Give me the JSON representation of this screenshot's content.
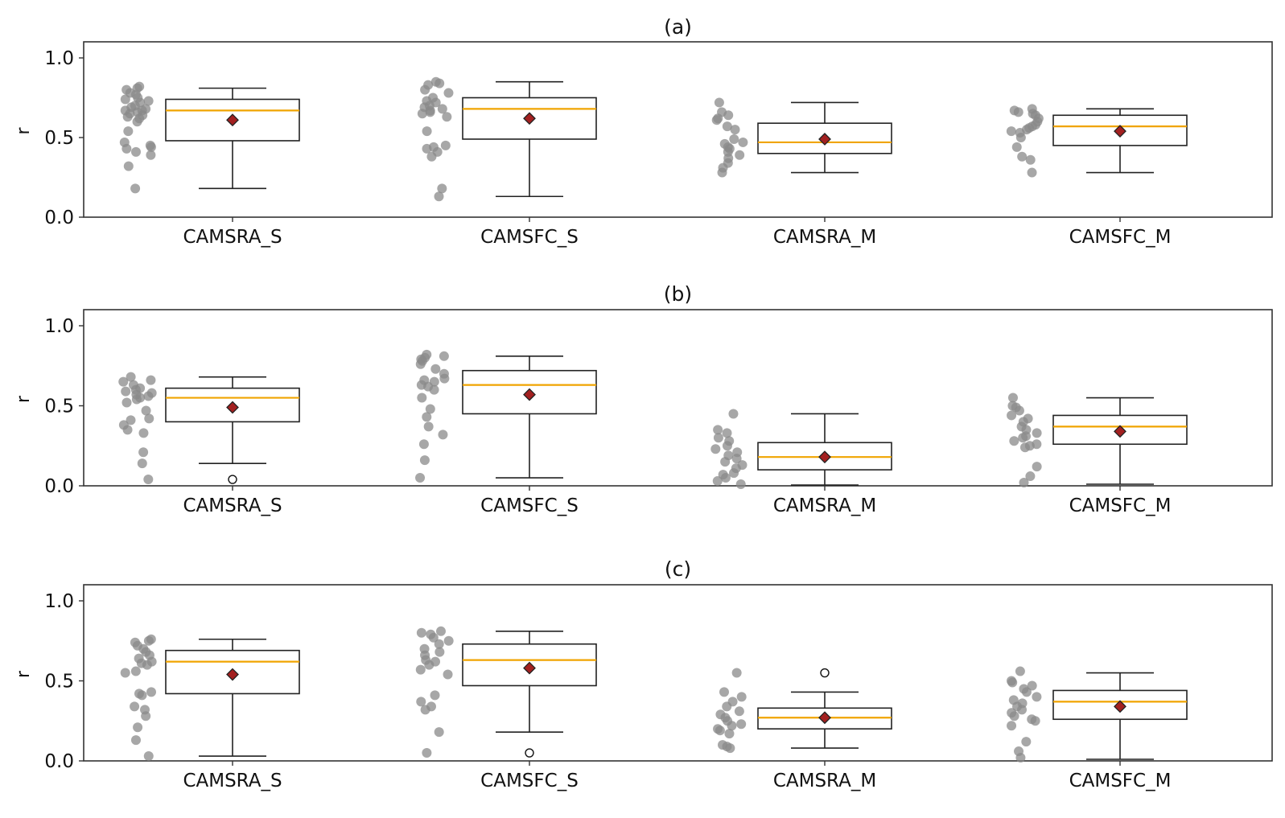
{
  "chart_data": [
    {
      "type": "box",
      "title": "(a)",
      "xlabel": "",
      "ylabel": "r",
      "ylim": [
        0,
        1.1
      ],
      "yticks": [
        0.0,
        0.5,
        1.0
      ],
      "ytick_labels": [
        "0.0",
        "0.5",
        "1.0"
      ],
      "grid": false,
      "categories": [
        "CAMSRA_S",
        "CAMSFC_S",
        "CAMSRA_M",
        "CAMSFC_M"
      ],
      "boxes": [
        {
          "whisker_low": 0.18,
          "q1": 0.48,
          "median": 0.67,
          "q3": 0.74,
          "whisker_high": 0.81,
          "mean": 0.61,
          "outliers": [],
          "points": [
            0.81,
            0.82,
            0.8,
            0.78,
            0.77,
            0.75,
            0.74,
            0.73,
            0.72,
            0.7,
            0.69,
            0.68,
            0.67,
            0.67,
            0.66,
            0.65,
            0.64,
            0.63,
            0.62,
            0.6,
            0.54,
            0.47,
            0.45,
            0.44,
            0.43,
            0.41,
            0.39,
            0.32,
            0.18
          ]
        },
        {
          "whisker_low": 0.13,
          "q1": 0.49,
          "median": 0.68,
          "q3": 0.75,
          "whisker_high": 0.85,
          "mean": 0.62,
          "outliers": [],
          "points": [
            0.85,
            0.84,
            0.83,
            0.8,
            0.78,
            0.75,
            0.73,
            0.72,
            0.7,
            0.69,
            0.68,
            0.67,
            0.66,
            0.65,
            0.63,
            0.54,
            0.45,
            0.44,
            0.43,
            0.41,
            0.38,
            0.18,
            0.13
          ]
        },
        {
          "whisker_low": 0.28,
          "q1": 0.4,
          "median": 0.47,
          "q3": 0.59,
          "whisker_high": 0.72,
          "mean": 0.49,
          "outliers": [],
          "points": [
            0.72,
            0.66,
            0.64,
            0.62,
            0.61,
            0.57,
            0.55,
            0.49,
            0.47,
            0.46,
            0.44,
            0.43,
            0.41,
            0.39,
            0.37,
            0.34,
            0.31,
            0.28
          ]
        },
        {
          "whisker_low": 0.28,
          "q1": 0.45,
          "median": 0.57,
          "q3": 0.64,
          "whisker_high": 0.68,
          "mean": 0.54,
          "outliers": [],
          "points": [
            0.68,
            0.67,
            0.66,
            0.65,
            0.64,
            0.62,
            0.6,
            0.58,
            0.57,
            0.56,
            0.55,
            0.54,
            0.53,
            0.5,
            0.44,
            0.38,
            0.36,
            0.28
          ]
        }
      ]
    },
    {
      "type": "box",
      "title": "(b)",
      "xlabel": "",
      "ylabel": "r",
      "ylim": [
        0,
        1.1
      ],
      "yticks": [
        0.0,
        0.5,
        1.0
      ],
      "ytick_labels": [
        "0.0",
        "0.5",
        "1.0"
      ],
      "grid": false,
      "categories": [
        "CAMSRA_S",
        "CAMSFC_S",
        "CAMSRA_M",
        "CAMSFC_M"
      ],
      "boxes": [
        {
          "whisker_low": 0.14,
          "q1": 0.4,
          "median": 0.55,
          "q3": 0.61,
          "whisker_high": 0.68,
          "mean": 0.49,
          "outliers": [
            0.04
          ],
          "points": [
            0.68,
            0.66,
            0.65,
            0.63,
            0.61,
            0.6,
            0.59,
            0.58,
            0.57,
            0.56,
            0.55,
            0.54,
            0.52,
            0.47,
            0.42,
            0.41,
            0.38,
            0.35,
            0.33,
            0.21,
            0.14,
            0.04
          ]
        },
        {
          "whisker_low": 0.05,
          "q1": 0.45,
          "median": 0.63,
          "q3": 0.72,
          "whisker_high": 0.81,
          "mean": 0.57,
          "outliers": [],
          "points": [
            0.82,
            0.81,
            0.8,
            0.79,
            0.78,
            0.76,
            0.73,
            0.7,
            0.67,
            0.66,
            0.65,
            0.63,
            0.62,
            0.6,
            0.55,
            0.48,
            0.43,
            0.37,
            0.32,
            0.26,
            0.16,
            0.05
          ]
        },
        {
          "whisker_low": 0.005,
          "q1": 0.1,
          "median": 0.18,
          "q3": 0.27,
          "whisker_high": 0.45,
          "mean": 0.18,
          "outliers": [],
          "points": [
            0.45,
            0.35,
            0.33,
            0.3,
            0.28,
            0.25,
            0.23,
            0.21,
            0.19,
            0.17,
            0.15,
            0.13,
            0.11,
            0.08,
            0.07,
            0.05,
            0.03,
            0.01
          ]
        },
        {
          "whisker_low": 0.01,
          "q1": 0.26,
          "median": 0.37,
          "q3": 0.44,
          "whisker_high": 0.55,
          "mean": 0.34,
          "outliers": [],
          "points": [
            0.55,
            0.5,
            0.49,
            0.47,
            0.44,
            0.42,
            0.4,
            0.37,
            0.35,
            0.33,
            0.31,
            0.3,
            0.28,
            0.26,
            0.25,
            0.24,
            0.12,
            0.06,
            0.02
          ]
        }
      ]
    },
    {
      "type": "box",
      "title": "(c)",
      "xlabel": "",
      "ylabel": "r",
      "ylim": [
        0,
        1.1
      ],
      "yticks": [
        0.0,
        0.5,
        1.0
      ],
      "ytick_labels": [
        "0.0",
        "0.5",
        "1.0"
      ],
      "grid": false,
      "categories": [
        "CAMSRA_S",
        "CAMSFC_S",
        "CAMSRA_M",
        "CAMSFC_M"
      ],
      "boxes": [
        {
          "whisker_low": 0.03,
          "q1": 0.42,
          "median": 0.62,
          "q3": 0.69,
          "whisker_high": 0.76,
          "mean": 0.54,
          "outliers": [],
          "points": [
            0.76,
            0.75,
            0.74,
            0.72,
            0.7,
            0.68,
            0.66,
            0.64,
            0.62,
            0.61,
            0.6,
            0.56,
            0.55,
            0.43,
            0.42,
            0.41,
            0.34,
            0.32,
            0.28,
            0.21,
            0.13,
            0.03
          ]
        },
        {
          "whisker_low": 0.18,
          "q1": 0.47,
          "median": 0.63,
          "q3": 0.73,
          "whisker_high": 0.81,
          "mean": 0.58,
          "outliers": [
            0.05
          ],
          "points": [
            0.81,
            0.8,
            0.79,
            0.77,
            0.75,
            0.73,
            0.7,
            0.68,
            0.66,
            0.63,
            0.62,
            0.6,
            0.57,
            0.54,
            0.41,
            0.37,
            0.34,
            0.32,
            0.18,
            0.05
          ]
        },
        {
          "whisker_low": 0.08,
          "q1": 0.2,
          "median": 0.27,
          "q3": 0.33,
          "whisker_high": 0.43,
          "mean": 0.27,
          "outliers": [
            0.55
          ],
          "points": [
            0.55,
            0.43,
            0.4,
            0.37,
            0.34,
            0.31,
            0.29,
            0.27,
            0.25,
            0.23,
            0.22,
            0.2,
            0.19,
            0.17,
            0.1,
            0.09,
            0.08
          ]
        },
        {
          "whisker_low": 0.01,
          "q1": 0.26,
          "median": 0.37,
          "q3": 0.44,
          "whisker_high": 0.55,
          "mean": 0.34,
          "outliers": [],
          "points": [
            0.56,
            0.5,
            0.49,
            0.47,
            0.45,
            0.43,
            0.4,
            0.38,
            0.36,
            0.34,
            0.32,
            0.3,
            0.28,
            0.26,
            0.25,
            0.22,
            0.12,
            0.06,
            0.02
          ]
        }
      ]
    }
  ],
  "colors": {
    "median": "#f0a400",
    "mean_fill": "#a32020",
    "mean_edge": "#222222",
    "points": "#8a8a8a",
    "box_edge": "#222222",
    "axis": "#333333"
  }
}
